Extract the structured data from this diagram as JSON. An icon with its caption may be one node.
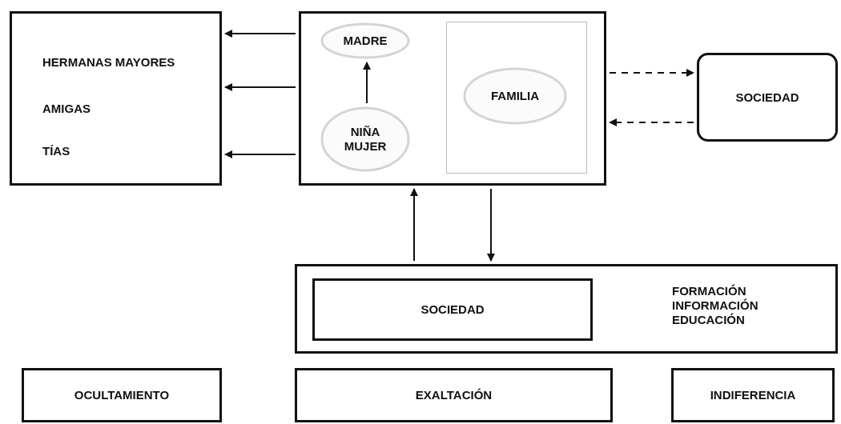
{
  "diagram": {
    "nodes": [
      {
        "text": [
          "HERMANAS MAYORES",
          "AMIGAS",
          "TÍAS"
        ]
      },
      {
        "text": [],
        "shape": "box"
      },
      {
        "text": [
          "MADRE"
        ],
        "in": 1
      },
      {
        "text": [
          "NIÑA MUJER"
        ],
        "in": 1
      },
      {
        "text": [],
        "shape": "box",
        "in": 1
      },
      {
        "text": [
          "FAMILIA"
        ],
        "in": 4
      },
      {
        "text": [
          "SOCIEDAD"
        ]
      },
      {
        "text": [
          "FORMACIÓN INFORMACIÓN EDUCACIÓN"
        ]
      },
      {
        "text": [
          "SOCIEDAD"
        ],
        "in": 7
      },
      {
        "text": [
          "OCULTAMIENTO"
        ]
      },
      {
        "text": [
          "EXALTACIÓN"
        ]
      },
      {
        "text": [
          "INDIFERENCIA"
        ]
      }
    ],
    "edges": [
      {
        "from": 3,
        "to": 2,
        "arrow": "to"
      },
      {
        "from": 1,
        "to": 0,
        "arrow": "to"
      },
      {
        "from": 1,
        "to": 0,
        "arrow": "to"
      },
      {
        "from": 1,
        "to": 0,
        "arrow": "to"
      },
      {
        "from": 1,
        "to": 6,
        "arrow": "to",
        "style": "dashed"
      },
      {
        "from": 6,
        "to": 1,
        "arrow": "to",
        "style": "dashed"
      },
      {
        "from": 7,
        "to": 1,
        "arrow": "to"
      },
      {
        "from": 1,
        "to": 7,
        "arrow": "to"
      }
    ]
  }
}
